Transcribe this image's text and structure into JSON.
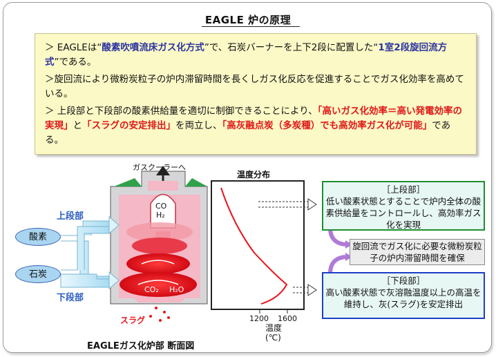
{
  "title": "EAGLE 炉の原理",
  "info": {
    "b1_pre": "＞ EAGLEは“",
    "b1_hl1": "酸素吹噴流床ガス化方式",
    "b1_mid": "”で、石炭バーナーを上下2段に配置した“",
    "b1_hl2": "1室2段旋回流方式",
    "b1_post": "”である。",
    "b2": "＞旋回流により微粉炭粒子の炉内滞留時間を長くしガス化反応を促進することでガス化効率を高めている。",
    "b3_pre": "＞ 上段部と下段部の酸素供給量を適切に制御できることにより、",
    "b3_hl1": "「高いガス化効率＝高い発電効率の実現」",
    "b3_mid1": "と",
    "b3_hl2": "「スラグの安定排出」",
    "b3_mid2": "を両立し、",
    "b3_hl3": "「高灰融点炭（多炭種）でも高効率ガス化が可能」",
    "b3_post": "である。"
  },
  "diagram": {
    "gas_cooler": "ガスクーラーへ",
    "upper": "上段部",
    "lower": "下段部",
    "oxygen": "酸素",
    "coal": "石炭",
    "co": "CO",
    "h2": "H₂",
    "co2": "CO₂",
    "h2o": "H₂O",
    "slag": "スラグ",
    "caption": "EAGLEガス化炉部 断面図"
  },
  "temp": {
    "title": "温度分布",
    "tick1": "1200",
    "tick2": "1600",
    "xlabel": "温度",
    "unit": "(℃)"
  },
  "boxes": {
    "top_head": "［上段部］",
    "top_body": "低い酸素状態とすることで炉内全体の酸素供給量をコントロールし、高効率ガス化を実現",
    "mid_body": "旋回流でガス化に必要な微粉炭粒子の炉内滞留時間を確保",
    "bot_head": "［下段部］",
    "bot_body": "高い酸素状態で灰溶融温度以上の高温を維持し、灰(スラグ)を安定排出"
  },
  "colors": {
    "flame": "#e8141c",
    "pink": "#f1b2c0",
    "frame_green": "#1d8f2e",
    "frame_blue": "#1b3ec8",
    "arrow_purple": "#b07ad8",
    "pipe": "#bde6f5"
  }
}
